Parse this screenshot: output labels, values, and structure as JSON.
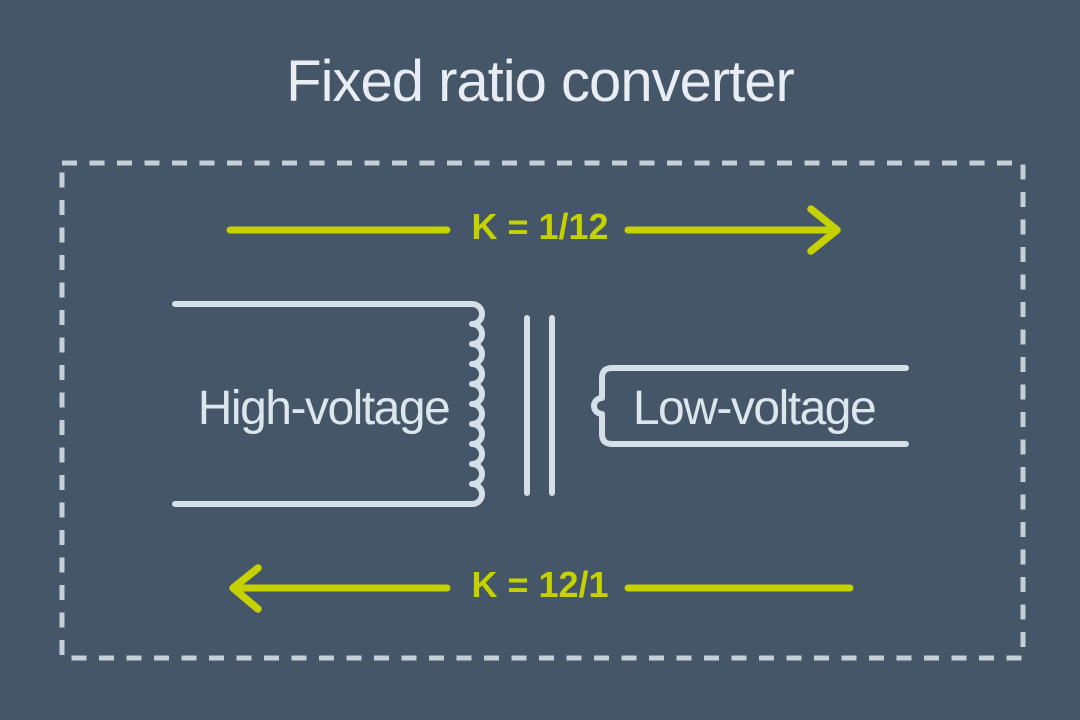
{
  "title": "Fixed ratio converter",
  "converter": {
    "step_down_ratio_label": "K = 1/12",
    "step_up_ratio_label": "K = 12/1",
    "primary_label": "High-voltage",
    "secondary_label": "Low-voltage"
  },
  "colors": {
    "background": "#465669",
    "accent": "#c5d200",
    "line": "#d5dfe7",
    "dash": "#c4cfd8",
    "title_text": "#e7edf2",
    "label_text": "#dce6ed"
  }
}
